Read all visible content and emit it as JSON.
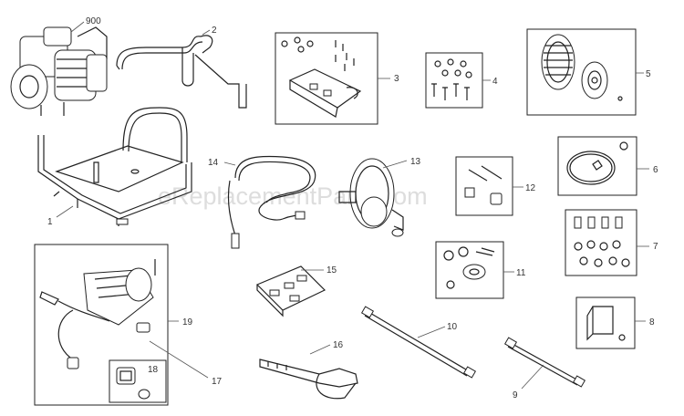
{
  "watermark": "eReplacementParts.com",
  "callouts": {
    "c900": "900",
    "c1": "1",
    "c2": "2",
    "c3": "3",
    "c4": "4",
    "c5": "5",
    "c6": "6",
    "c7": "7",
    "c8": "8",
    "c9": "9",
    "c10": "10",
    "c11": "11",
    "c12": "12",
    "c13": "13",
    "c14": "14",
    "c15": "15",
    "c16": "16",
    "c17": "17",
    "c18": "18",
    "c19": "19"
  }
}
